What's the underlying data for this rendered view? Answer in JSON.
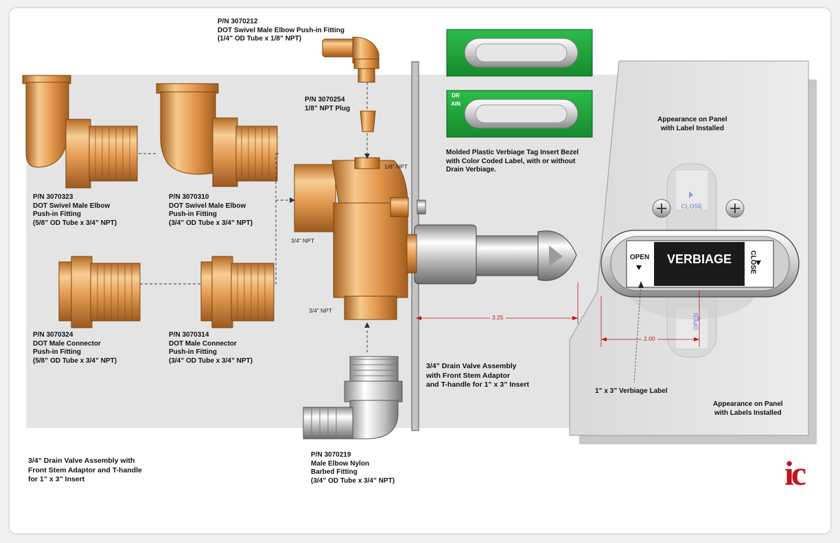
{
  "callouts": {
    "p3070212": {
      "pn": "P/N 3070212",
      "name": "DOT Swivel Male Elbow Push-in Fitting",
      "spec": "(1/4” OD Tube x 1/8” NPT)"
    },
    "p3070254": {
      "pn": "P/N 3070254",
      "name": "1/8” NPT Plug"
    },
    "p3070323": {
      "pn": "P/N 3070323",
      "name1": "DOT Swivel Male Elbow",
      "name2": "Push-in Fitting",
      "spec": "(5/8” OD Tube x 3/4” NPT)"
    },
    "p3070310": {
      "pn": "P/N 3070310",
      "name1": "DOT Swivel Male Elbow",
      "name2": "Push-in Fitting",
      "spec": "(3/4” OD Tube x 3/4” NPT)"
    },
    "p3070324": {
      "pn": "P/N 3070324",
      "name1": "DOT Male Connector",
      "name2": "Push-in Fitting",
      "spec": "(5/8” OD Tube x 3/4” NPT)"
    },
    "p3070314": {
      "pn": "P/N 3070314",
      "name1": "DOT Male Connector",
      "name2": "Push-in Fitting",
      "spec": "(3/4” OD Tube x 3/4” NPT)"
    },
    "p3070219": {
      "pn": "P/N 3070219",
      "name1": "Male Elbow Nylon",
      "name2": "Barbed Fitting",
      "spec": "(3/4” OD Tube x 3/4” NPT)"
    }
  },
  "port_labels": {
    "top": "1/8” NPT",
    "side": "3/4” NPT",
    "bottom": "3/4” NPT"
  },
  "bezel_note": {
    "line1": "Molded Plastic Verbiage Tag Insert Bezel",
    "line2": "with Color Coded Label, with or without",
    "line3": "Drain Verbiage."
  },
  "drain_label": "DRAIN",
  "assembly_center": {
    "line1": "3/4” Drain Valve Assembly",
    "line2": "with Front Stem Adaptor",
    "line3": "and T-handle for 1” x 3” Insert"
  },
  "assembly_left": {
    "line1": "3/4” Drain Valve Assembly with",
    "line2": "Front Stem Adaptor and T-handle",
    "line3": "for 1” x 3” Insert"
  },
  "panel_top": {
    "line1": "Appearance on Panel",
    "line2": "with Label Installed"
  },
  "panel_bottom": {
    "line1": "Appearance on Panel",
    "line2": "with Labels Installed"
  },
  "verbiage_label": {
    "open": "OPEN",
    "center": "VERBIAGE",
    "close": "CLOSE"
  },
  "ghost_label": {
    "close": "CLOSE",
    "open": "OPEN"
  },
  "verbiage_callout": "1” x 3” Verbiage Label",
  "dimensions": {
    "stem": "3.25",
    "label_width": "2.00"
  },
  "logo": {
    "text": "ic",
    "color": "#c0141c"
  },
  "colors": {
    "bezel_green": "#1fa53a",
    "brass": "#e8a25a",
    "dimension_red": "#c0141c",
    "panel_gray": "#e3e3e3"
  },
  "icons": [
    "screw-icon",
    "triangle-up-icon",
    "triangle-down-icon"
  ]
}
